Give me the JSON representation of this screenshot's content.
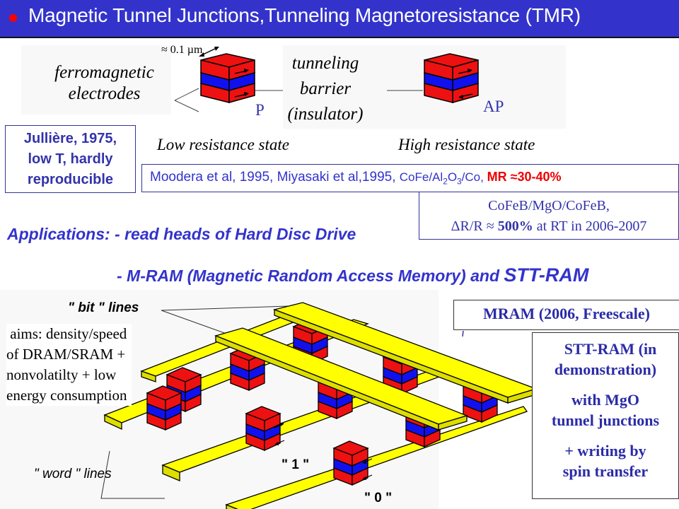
{
  "title": "Magnetic Tunnel Junctions,Tunneling Magnetoresistance (TMR)",
  "colors": {
    "title_bar": "#3333cc",
    "bullet": "#ff0000",
    "text_blue": "#3333aa",
    "highlight_red": "#ee0000",
    "layer_red": "#ee1111",
    "layer_blue": "#1111ee",
    "line_yellow": "#ffff00"
  },
  "mtj_diagram": {
    "size_label": "≈ 0.1 µm",
    "electrodes_label_line1": "ferromagnetic",
    "electrodes_label_line2": "electrodes",
    "barrier_label_line1": "tunneling",
    "barrier_label_line2": "barrier",
    "barrier_label_line3": "(insulator)",
    "parallel_label": "P",
    "antiparallel_label": "AP",
    "low_state_label": "Low resistance state",
    "high_state_label": "High resistance state"
  },
  "julliere_box": {
    "line1": "Jullière, 1975,",
    "line2": "low T, hardly",
    "line3": "reproducible"
  },
  "moodera_box": {
    "part1": "Moodera et al, 1995,   Miyasaki et al,1995, ",
    "material_prefix": "CoFe/Al",
    "sub1": "2",
    "material_mid": "O",
    "sub2": "3",
    "material_suffix": "/Co, ",
    "mr": "MR ≈30-40%"
  },
  "cofeb_box": {
    "line1": "CoFeB/MgO/CoFeB,",
    "line2_prefix": "ΔR/R ≈ ",
    "line2_value": "500%",
    "line2_suffix": " at RT in 2006-2007"
  },
  "applications": {
    "line1": "Applications: - read heads of Hard Disc Drive",
    "line2_prefix": "- M-RAM (Magnetic Random Access Memory) and ",
    "line2_emph": "STT-RAM"
  },
  "aims_text": {
    "line1": " aims: density/speed",
    "line2": "of DRAM/SRAM +",
    "line3": "nonvolatilty + low",
    "line4": "energy consumption"
  },
  "mram_diagram": {
    "bit_lines_label": "\" bit \" lines",
    "word_lines_label": "\" word \" lines",
    "state_one_label": "\" 1 \"",
    "state_zero_label": "\" 0 \""
  },
  "mram_box": "MRAM (2006, Freescale)",
  "stt_box": {
    "line1": "STT-RAM (in",
    "line2": "demonstration)",
    "line3": "with MgO",
    "line4": "tunnel junctions",
    "line5": "+ writing by",
    "line6": "spin transfer"
  }
}
